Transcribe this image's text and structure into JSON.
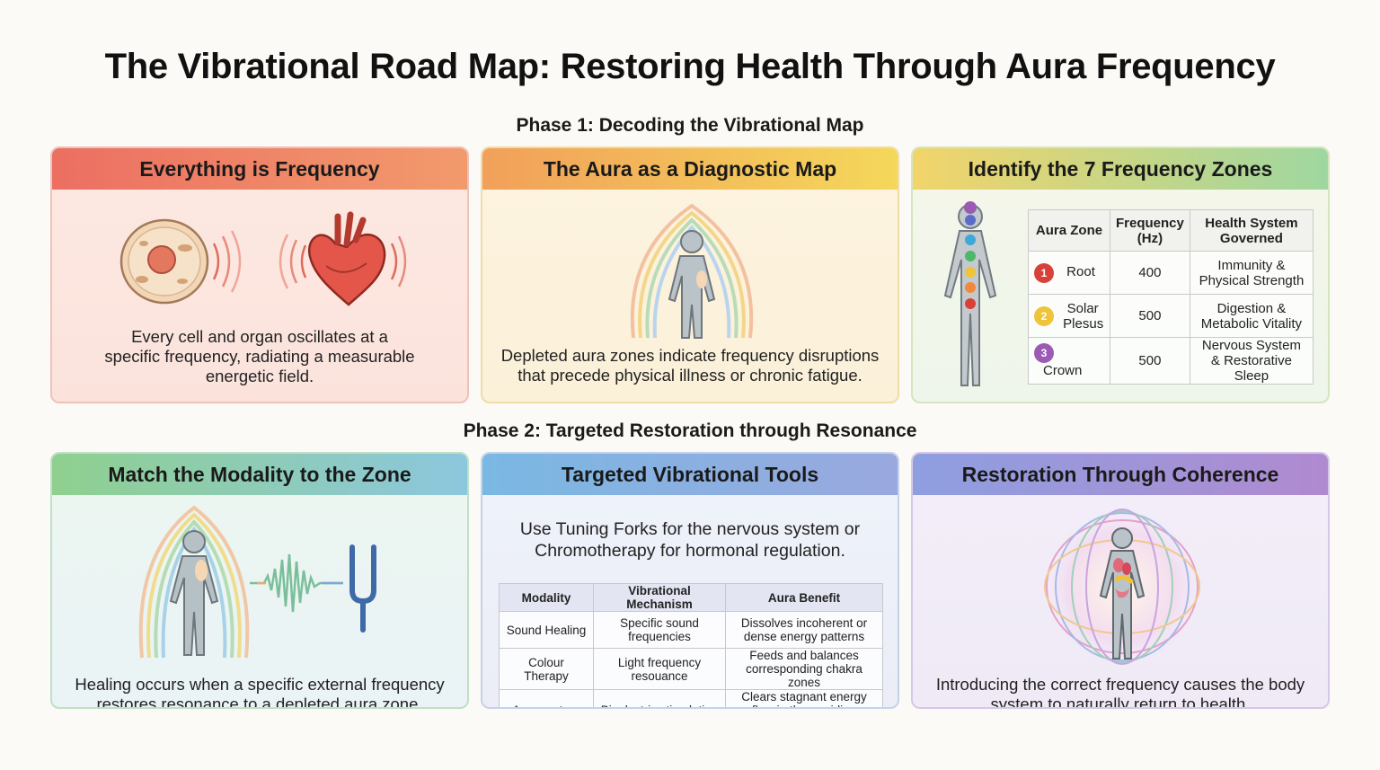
{
  "title": "The Vibrational Road Map: Restoring Health Through Aura Frequency",
  "phase1": "Phase 1: Decoding the Vibrational Map",
  "phase2": "Phase 2: Targeted Restoration through Resonance",
  "cards": {
    "frequency": {
      "title": "Everything is Frequency",
      "caption": "Every cell and organ oscillates at a specific frequency, radiating a measurable energetic field."
    },
    "diagnostic": {
      "title": "The Aura as a Diagnostic Map",
      "caption": "Depleted aura zones indicate frequency disruptions that precede physical illness or chronic fatigue."
    },
    "zones": {
      "title": "Identify the 7 Frequency Zones",
      "headers": [
        "Aura Zone",
        "Frequency (Hz)",
        "Health System Governed"
      ],
      "rows": [
        {
          "num": "1",
          "color": "#d8403a",
          "zone": "Root",
          "freq": "400",
          "system": "Immunity & Physical Strength"
        },
        {
          "num": "2",
          "color": "#eec43a",
          "zone": "Solar Plesus",
          "freq": "500",
          "system": "Digestion & Metabolic Vitality"
        },
        {
          "num": "3",
          "color": "#9b5bb5",
          "zone": "Crown",
          "freq": "500",
          "system": "Nervous System & Restorative Sleep"
        }
      ]
    },
    "modality": {
      "title": "Match the Modality to the Zone",
      "caption": "Healing occurs when a specific external frequency restores resonance to a depleted aura zone."
    },
    "tools": {
      "title": "Targeted Vibrational Tools",
      "intro": "Use Tuning Forks for the nervous system or Chromotherapy for hormonal regulation.",
      "headers": [
        "Modality",
        "Vibrational Mechanism",
        "Aura Benefit"
      ],
      "rows": [
        {
          "modality": "Sound Healing",
          "mechanism": "Specific sound frequencies",
          "benefit": "Dissolves incoherent or dense energy patterns"
        },
        {
          "modality": "Colour Therapy",
          "mechanism": "Light frequency resouance",
          "benefit": "Feeds and balances corresponding chakra zones"
        },
        {
          "modality": "Acupuncture",
          "mechanism": "Bioelectric stimulation",
          "benefit": "Clears stagnant energy flow in the meridian network"
        }
      ]
    },
    "coherence": {
      "title": "Restoration Through Coherence",
      "caption": "Introducing the correct frequency causes the body system to naturally return to health."
    }
  },
  "colors": {
    "red_header": "#ee7c6c",
    "orange_yellow_header": "#f3b552",
    "yellow_green_header": "#b9d98a",
    "green_header": "#8fd08f",
    "blue_header": "#7ab8e3",
    "purple_header": "#a98ed4"
  }
}
